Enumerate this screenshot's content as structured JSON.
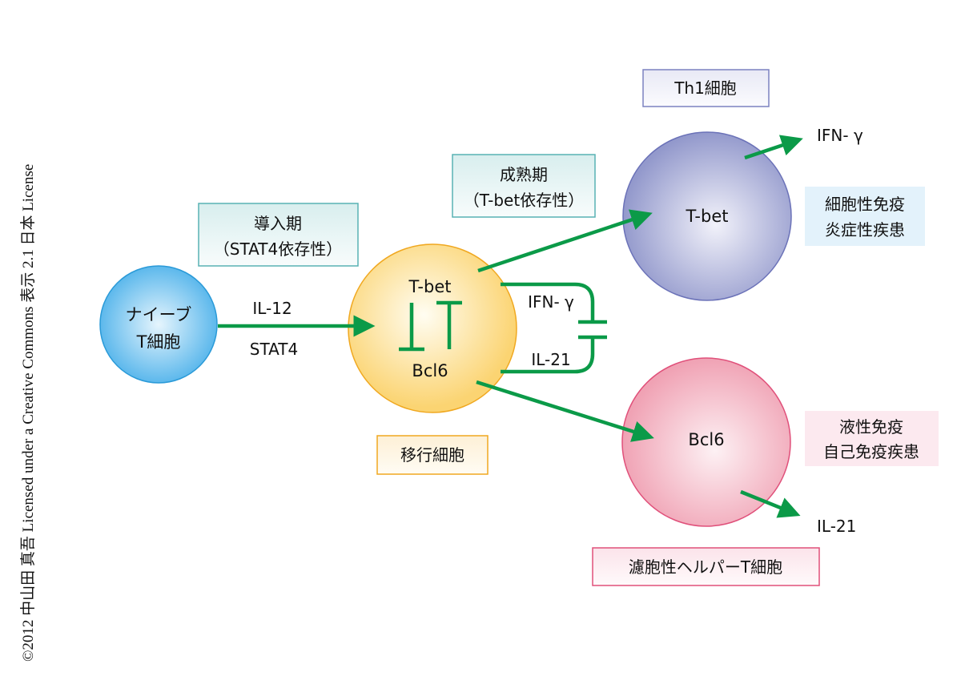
{
  "credit": "©2012 中山田 真吾 Licensed under a Creative Commons 表示 2.1 日本 License",
  "naive_cell": {
    "line1": "ナイーブ",
    "line2": "T細胞"
  },
  "induction": {
    "title": "導入期",
    "subtitle": "（STAT4依存性）",
    "arrow_top": "IL-12",
    "arrow_bottom": "STAT4"
  },
  "transitional_cell": {
    "label": "移行細胞",
    "top": "T-bet",
    "bottom": "Bcl6",
    "feedback_top": "IFN- γ",
    "feedback_bottom": "IL-21"
  },
  "maturation": {
    "title": "成熟期",
    "subtitle": "（T-bet依存性）"
  },
  "th1": {
    "label": "Th1細胞",
    "center": "T-bet",
    "output": "IFN- γ",
    "function_line1": "細胞性免疫",
    "function_line2": "炎症性疾患"
  },
  "tfh": {
    "label": "濾胞性ヘルパーT細胞",
    "center": "Bcl6",
    "output": "IL-21",
    "function_line1": "液性免疫",
    "function_line2": "自己免疫疾患"
  },
  "colors": {
    "arrow": "#0b9a48",
    "naive": "#2a9ad8",
    "transitional": "#f0a820",
    "th1": "#6b72b8",
    "tfh": "#e0507a"
  }
}
